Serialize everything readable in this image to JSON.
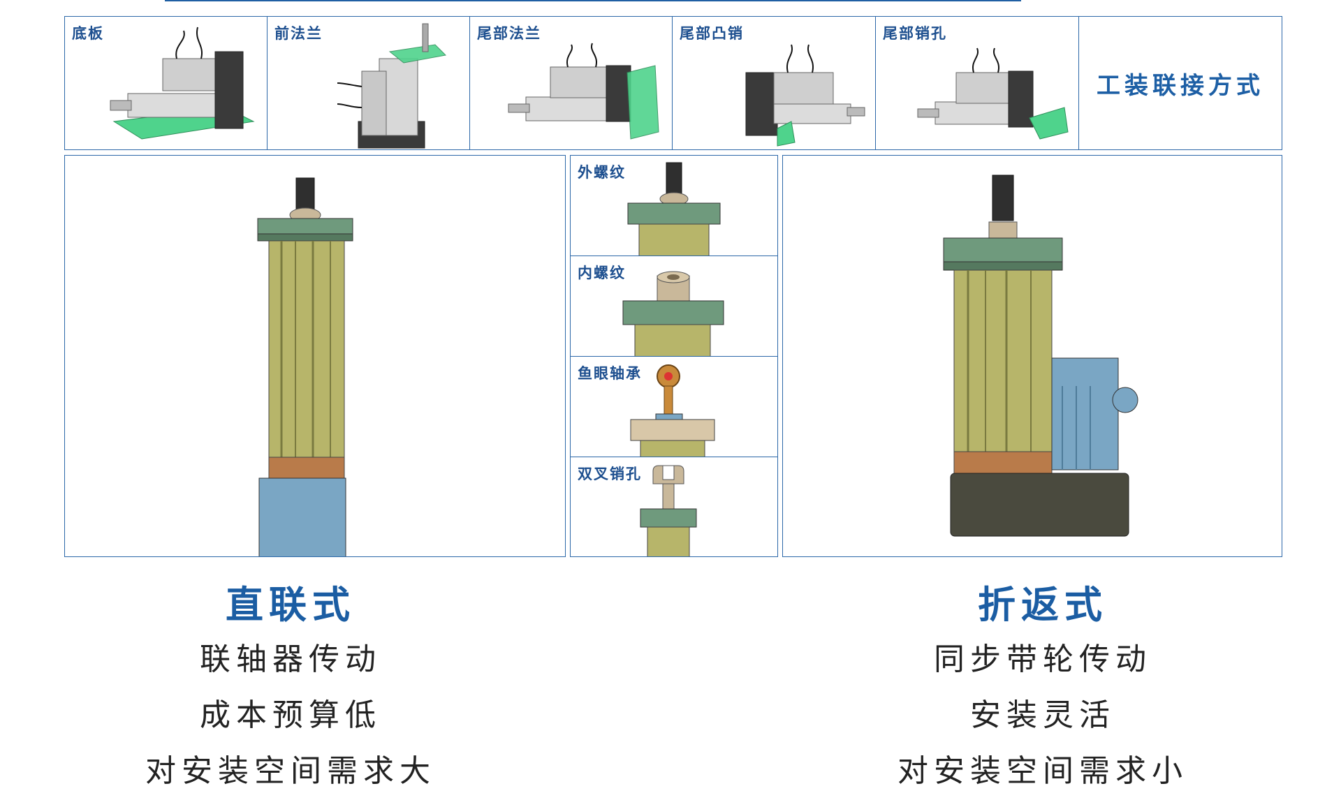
{
  "mount_types": {
    "items": [
      {
        "label": "底板"
      },
      {
        "label": "前法兰"
      },
      {
        "label": "尾部法兰"
      },
      {
        "label": "尾部凸销"
      },
      {
        "label": "尾部销孔"
      }
    ],
    "title": "工装联接方式"
  },
  "rod_ends": [
    {
      "label": "外螺纹"
    },
    {
      "label": "内螺纹"
    },
    {
      "label": "鱼眼轴承"
    },
    {
      "label": "双叉销孔"
    }
  ],
  "inline": {
    "title": "直联式",
    "lines": [
      "联轴器传动",
      "成本预算低",
      "对安装空间需求大"
    ]
  },
  "folded": {
    "title": "折返式",
    "lines": [
      "同步带轮传动",
      "安装灵活",
      "对安装空间需求小"
    ]
  },
  "colors": {
    "border": "#2b67a8",
    "accent_text": "#1b5da3",
    "flange_green": "#6f9a7d",
    "tube_olive": "#b7b56a",
    "copper": "#b97b4a",
    "motor_blue": "#7aa6c4",
    "dark_housing": "#4a4a3e",
    "highlight_green": "#4fd38c"
  }
}
